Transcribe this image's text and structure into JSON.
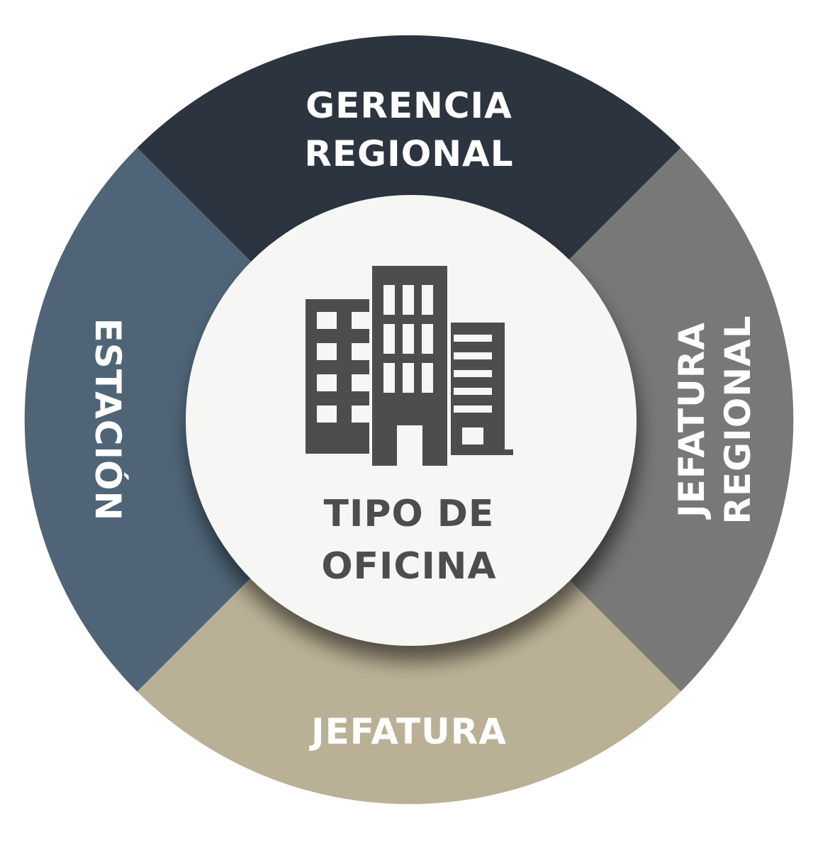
{
  "center": {
    "icon": "office-building-icon",
    "title_line1": "TIPO DE",
    "title_line2": "OFICINA"
  },
  "segments": {
    "top": {
      "line1": "GERENCIA",
      "line2": "REGIONAL"
    },
    "right": {
      "line1": "JEFATURA",
      "line2": "REGIONAL"
    },
    "bottom": {
      "line1": "JEFATURA"
    },
    "left": {
      "line1": "ESTACIÓN"
    }
  },
  "colors": {
    "top": "#2c3440",
    "right": "#787876",
    "bottom": "#bab095",
    "left": "#4f6577",
    "center": "#f6f6f4",
    "icon": "#4d4d4d",
    "segment_text": "#ffffff",
    "center_text": "#4d4d4d"
  }
}
